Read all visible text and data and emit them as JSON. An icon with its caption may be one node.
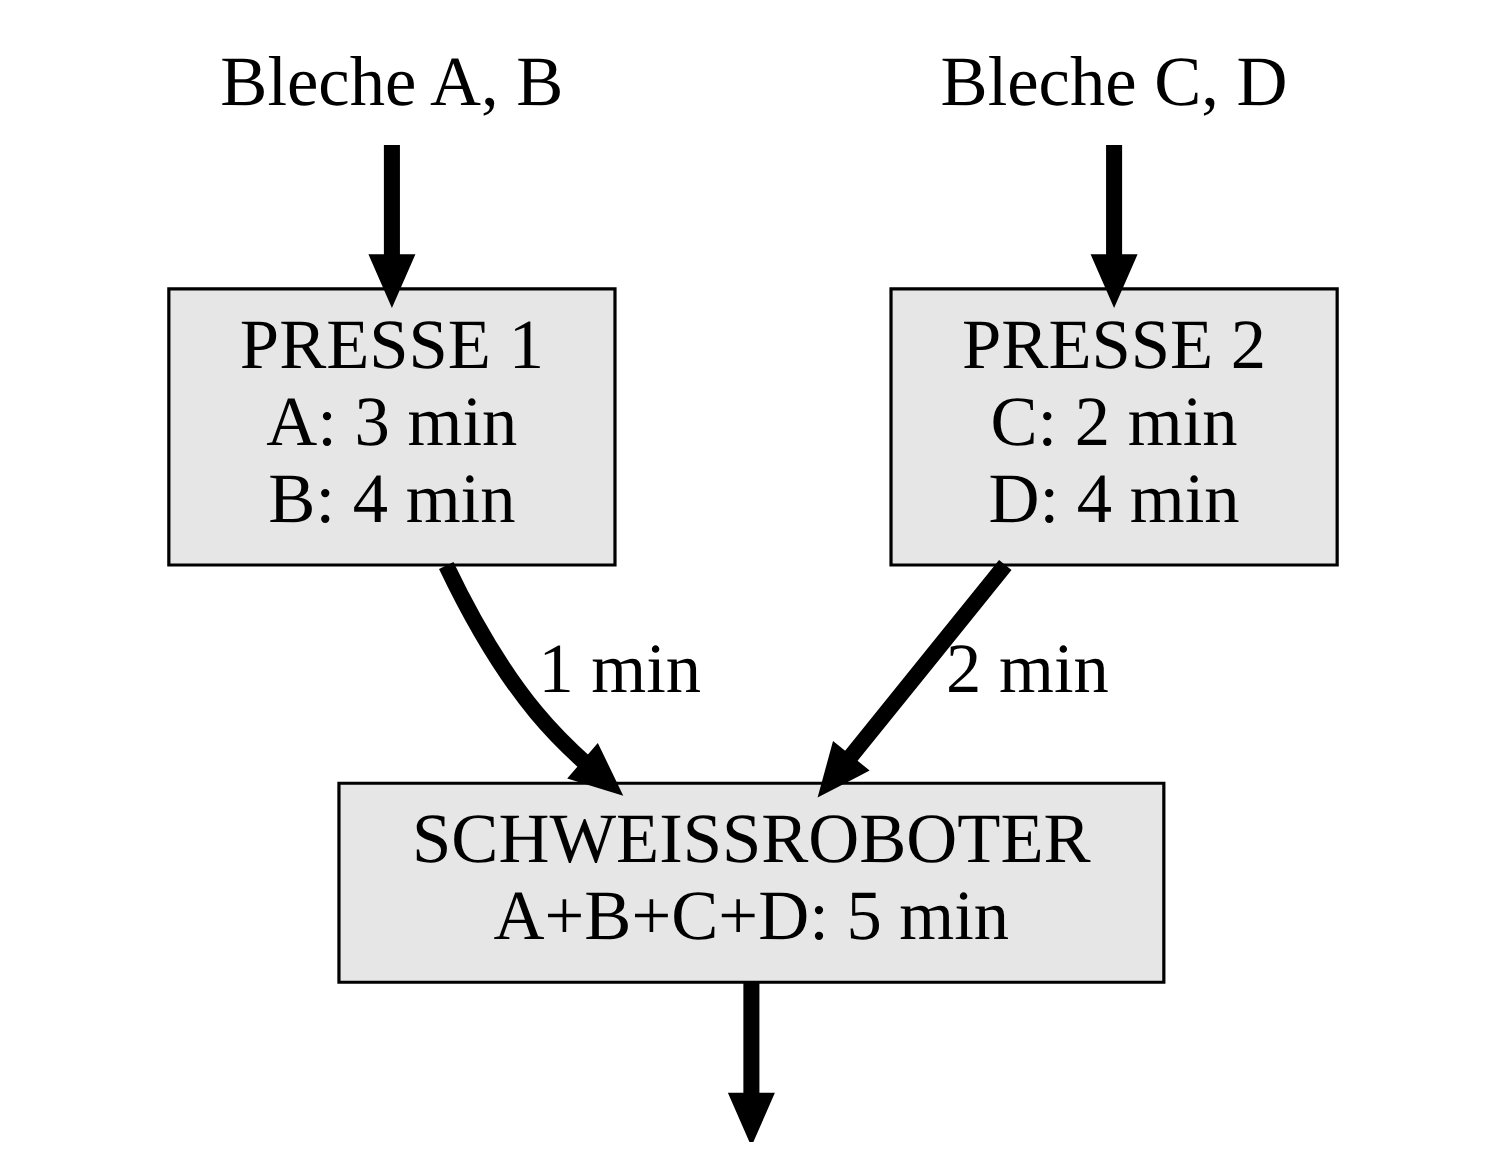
{
  "diagram": {
    "nodes": [
      {
        "text": [
          "Bleche A, B"
        ]
      },
      {
        "text": [
          "PRESSE 1",
          "A: 3 min",
          "B: 4 min"
        ]
      },
      {
        "text": [
          "Bleche C, D"
        ]
      },
      {
        "text": [
          "PRESSE 2",
          "C: 2 min",
          "D: 4 min"
        ]
      },
      {
        "text": [
          "SCHWEISSROBOTER",
          "A+B+C+D: 5 min"
        ]
      }
    ],
    "edges": [
      {
        "from": 0,
        "to": 1,
        "arrow": "to"
      },
      {
        "from": 2,
        "to": 3,
        "arrow": "to"
      },
      {
        "from": 1,
        "to": 4,
        "arrow": "to",
        "label": "1 min"
      },
      {
        "from": 3,
        "to": 4,
        "arrow": "to",
        "label": "2 min"
      },
      {
        "from": 4,
        "to": null,
        "arrow": "to"
      }
    ]
  }
}
